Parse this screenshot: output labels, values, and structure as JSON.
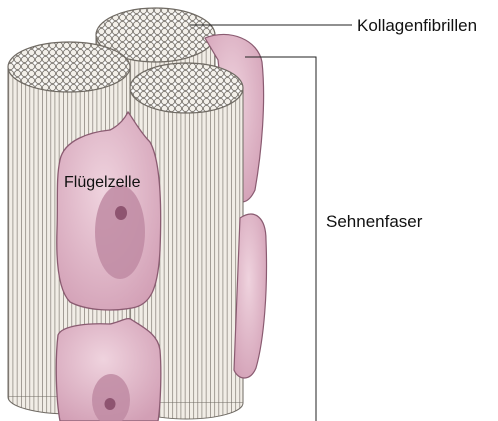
{
  "diagram": {
    "labels": {
      "collagen_fibrils": "Kollagenfibrillen",
      "tendon_fiber": "Sehnenfaser",
      "wing_cell": "Flügelzelle"
    },
    "colors": {
      "fiber_fill": "#f1ede6",
      "fiber_stroke": "#6f6a63",
      "cell_fill": "#d9a9bd",
      "cell_light": "#efd3de",
      "nucleus": "#b57c97",
      "nucleolus": "#8e5470",
      "line": "#222222"
    }
  }
}
